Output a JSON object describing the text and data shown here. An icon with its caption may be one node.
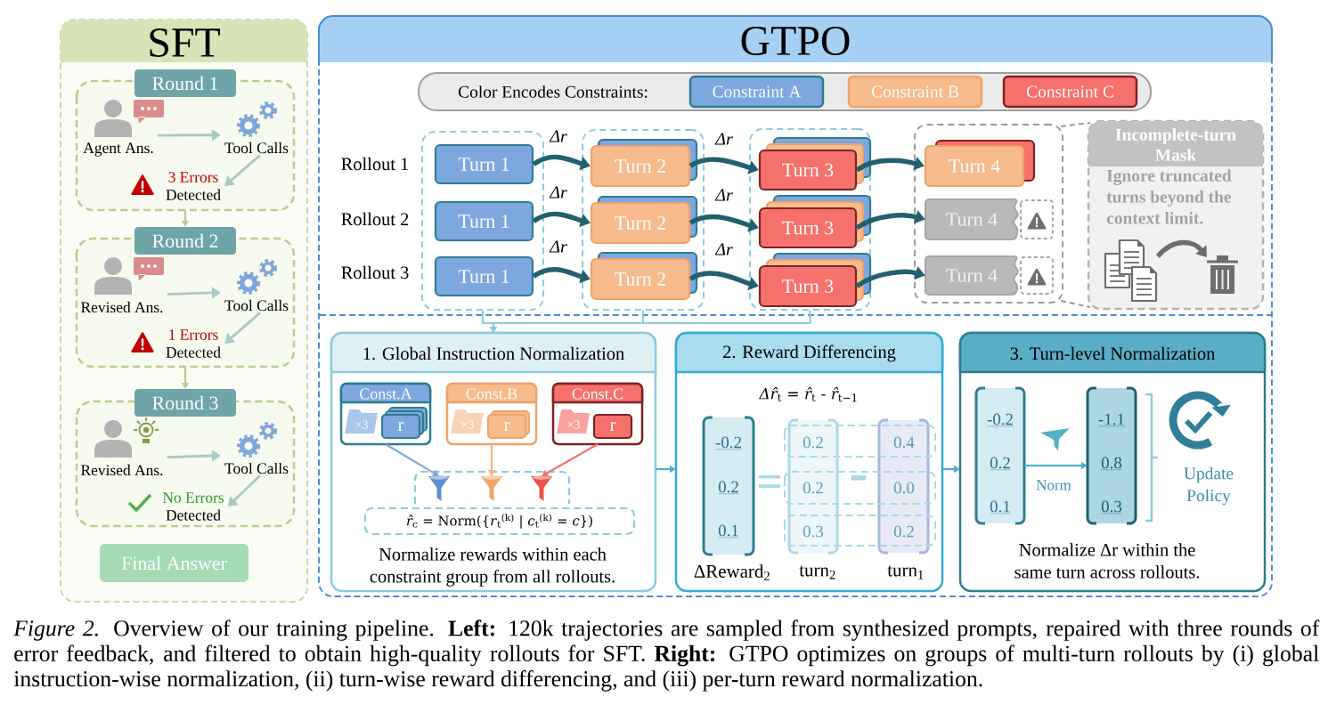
{
  "diagram": {
    "caption": "*Figure 2.* Overview of our training pipeline. **Left:** 120k trajectories are sampled from synthesized prompts, repaired with three rounds of error feedback, and filtered to obtain high-quality rollouts for SFT. **Right:** GTPO optimizes on groups of multi-turn rollouts by (i) global instruction-wise normalization, (ii) turn-wise reward differencing, and (iii) per-turn reward normalization.",
    "nodes": [
      {
        "text": [
          "SFT"
        ]
      },
      {
        "text": [
          "Round 1"
        ],
        "in": 0
      },
      {
        "text": [
          "Agent Ans."
        ],
        "in": 1
      },
      {
        "text": [
          "Tool Calls"
        ],
        "in": 1
      },
      {
        "text": [
          "3 Errors",
          "Detected"
        ],
        "in": 1
      },
      {
        "text": [
          "Round 2"
        ],
        "in": 0
      },
      {
        "text": [
          "Revised Ans."
        ],
        "in": 5
      },
      {
        "text": [
          "Tool Calls"
        ],
        "in": 5
      },
      {
        "text": [
          "1 Errors",
          "Detected"
        ],
        "in": 5
      },
      {
        "text": [
          "Round 3"
        ],
        "in": 0
      },
      {
        "text": [
          "Revised Ans."
        ],
        "in": 9
      },
      {
        "text": [
          "Tool Calls"
        ],
        "in": 9
      },
      {
        "text": [
          "No Errors",
          "Detected"
        ],
        "in": 9
      },
      {
        "text": [
          "Final Answer"
        ],
        "in": 0
      },
      {
        "text": [
          "GTPO"
        ]
      },
      {
        "text": [
          "Color Encodes Constraints:"
        ],
        "in": 14
      },
      {
        "text": [],
        "shape": "box",
        "in": 14
      },
      {
        "text": [
          "Turn 1"
        ],
        "in": 16
      },
      {
        "text": [
          "Turn 1"
        ],
        "in": 16
      },
      {
        "text": [
          "Turn 1"
        ],
        "in": 16
      },
      {
        "text": [],
        "shape": "box",
        "in": 14
      },
      {
        "text": [
          "Turn 2"
        ],
        "in": 20
      },
      {
        "text": [
          "Turn 2"
        ],
        "in": 20
      },
      {
        "text": [
          "Turn 2"
        ],
        "in": 20
      },
      {
        "text": [],
        "shape": "box",
        "in": 14
      },
      {
        "text": [
          "Turn 3"
        ],
        "in": 24
      },
      {
        "text": [
          "Turn 3"
        ],
        "in": 24
      },
      {
        "text": [
          "Turn 3"
        ],
        "in": 24
      },
      {
        "text": [],
        "shape": "box",
        "in": 14
      },
      {
        "text": [
          "Turn 4"
        ],
        "in": 28
      },
      {
        "text": [
          "Turn 4"
        ],
        "in": 28
      },
      {
        "text": [
          "Turn 4"
        ],
        "in": 28
      },
      {
        "text": [
          "Incomplete-turn Mask",
          "Ignore truncated turns beyond the context limit."
        ],
        "in": 14
      },
      {
        "text": [],
        "shape": "picture",
        "in": 32
      },
      {
        "text": [],
        "shape": "picture",
        "in": 32
      },
      {
        "text": [
          "1. Global Instruction Normalization",
          "Normalize rewards within each constraint group from all rollouts."
        ],
        "in": 14
      },
      {
        "text": [
          "Const.A",
          "×3",
          "r"
        ],
        "in": 35
      },
      {
        "text": [
          "Const.B",
          "×3",
          "r"
        ],
        "in": 35
      },
      {
        "text": [
          "Const.C",
          "×3",
          "r"
        ],
        "in": 35
      },
      {
        "text": [],
        "shape": "box",
        "in": 35
      },
      {
        "text": [],
        "shape": "picture",
        "in": 39
      },
      {
        "text": [],
        "shape": "picture",
        "in": 39
      },
      {
        "text": [],
        "shape": "picture",
        "in": 39
      },
      {
        "text": [
          "*r̂*$_{c}$ = Norm({*r*$_{t}$$^{(k)}$ | *c*$_{t}$$^{(k)}$ = *c*})"
        ],
        "in": 35
      },
      {
        "text": [
          "2. Reward Differencing",
          "*Δr̂*$_{t}$ = *r̂*$_{t}$ - *r̂*$_{t−1}$"
        ],
        "in": 14
      },
      {
        "text": [
          "-0.2",
          "0.2",
          "0.1"
        ],
        "beside": [
          "ΔReward$_{2}$"
        ],
        "in": 44
      },
      {
        "text": [
          "0.2",
          "0.2",
          "0.3"
        ],
        "beside": [
          "turn$_{2}$"
        ],
        "in": 44
      },
      {
        "text": [
          "0.4",
          "0.0",
          "0.2"
        ],
        "beside": [
          "turn$_{1}$"
        ],
        "in": 44
      },
      {
        "text": [
          "3. Turn-level Normalization",
          "Update Policy",
          "Normalize Δr within the same turn across rollouts."
        ],
        "in": 14
      },
      {
        "text": [
          "-0.2",
          "0.2",
          "0.1"
        ],
        "in": 48
      },
      {
        "text": [
          "-1.1",
          "0.8",
          "0.3"
        ],
        "in": 48
      }
    ],
    "edges": [
      {
        "from": 2,
        "to": 3,
        "arrow": "to",
        "color": "#a9c9c5"
      },
      {
        "from": 3,
        "to": 4,
        "arrow": "to",
        "color": "#a9c9c5"
      },
      {
        "from": 1,
        "to": 5,
        "arrow": "to",
        "color": "#b7cc8e"
      },
      {
        "from": 6,
        "to": 7,
        "arrow": "to",
        "color": "#a9c9c5"
      },
      {
        "from": 7,
        "to": 8,
        "arrow": "to",
        "color": "#a9c9c5"
      },
      {
        "from": 5,
        "to": 9,
        "arrow": "to",
        "color": "#b7cc8e"
      },
      {
        "from": 10,
        "to": 11,
        "arrow": "to",
        "color": "#a9c9c5"
      },
      {
        "from": 11,
        "to": 12,
        "arrow": "to",
        "color": "#a9c9c5"
      },
      {
        "from": 17,
        "to": 21,
        "arrow": "to",
        "label": "Δr",
        "style": "thick"
      },
      {
        "from": 21,
        "to": 25,
        "arrow": "to",
        "label": "Δr",
        "style": "thick"
      },
      {
        "from": 25,
        "to": 29,
        "arrow": "to",
        "style": "thick"
      },
      {
        "from": 18,
        "to": 22,
        "arrow": "to",
        "label": "Δr",
        "style": "thick"
      },
      {
        "from": 22,
        "to": 26,
        "arrow": "to",
        "label": "Δr",
        "style": "thick"
      },
      {
        "from": 26,
        "to": 30,
        "arrow": "to",
        "style": "thick"
      },
      {
        "from": 19,
        "to": 23,
        "arrow": "to",
        "label": "Δr",
        "style": "thick"
      },
      {
        "from": 23,
        "to": 27,
        "arrow": "to",
        "label": "Δr",
        "style": "thick"
      },
      {
        "from": 27,
        "to": 31,
        "arrow": "to",
        "style": "thick"
      },
      {
        "from": 28,
        "to": 32,
        "arrow": "none",
        "style": "dashed",
        "color": "#9a9a9a"
      },
      {
        "from": 28,
        "to": 32,
        "arrow": "none",
        "style": "dashed",
        "color": "#9a9a9a"
      },
      {
        "from": 33,
        "to": 34,
        "arrow": "to",
        "style": "thick",
        "color": "#6e6e6e"
      },
      {
        "from": 16,
        "to": 35,
        "arrow": "to",
        "color": "#8ccbdc"
      },
      {
        "from": 20,
        "to": 35,
        "arrow": "to",
        "color": "#8ccbdc"
      },
      {
        "from": 24,
        "to": 35,
        "arrow": "to",
        "color": "#8ccbdc"
      },
      {
        "from": 36,
        "to": 40,
        "arrow": "to",
        "color": "#7ea7df"
      },
      {
        "from": 37,
        "to": 41,
        "arrow": "to",
        "color": "#f5b27f"
      },
      {
        "from": 38,
        "to": 42,
        "arrow": "to",
        "color": "#f6716b"
      },
      {
        "from": 35,
        "to": 44,
        "arrow": "to",
        "color": "#4aaed0"
      },
      {
        "from": 44,
        "to": 48,
        "arrow": "to",
        "color": "#4aaed0"
      },
      {
        "from": 49,
        "to": 50,
        "arrow": "to",
        "label": "Norm",
        "color": "#4aaed0"
      }
    ],
    "labels": [
      "Rollout 1",
      "Rollout 2",
      "Rollout 3",
      "=",
      "-"
    ],
    "legend": [
      {
        "text": "Constraint A",
        "color": "#7ea7df"
      },
      {
        "text": "Constraint B",
        "color": "#f7bb8d"
      },
      {
        "text": "Constraint C",
        "color": "#f6716b"
      }
    ]
  }
}
